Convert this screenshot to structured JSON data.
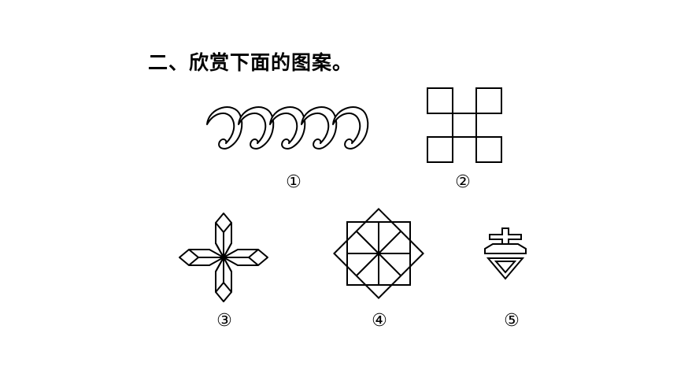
{
  "heading": "二、欣赏下面的图案。",
  "patterns": [
    {
      "label": "①"
    },
    {
      "label": "②"
    },
    {
      "label": "③"
    },
    {
      "label": "④"
    },
    {
      "label": "⑤"
    }
  ]
}
